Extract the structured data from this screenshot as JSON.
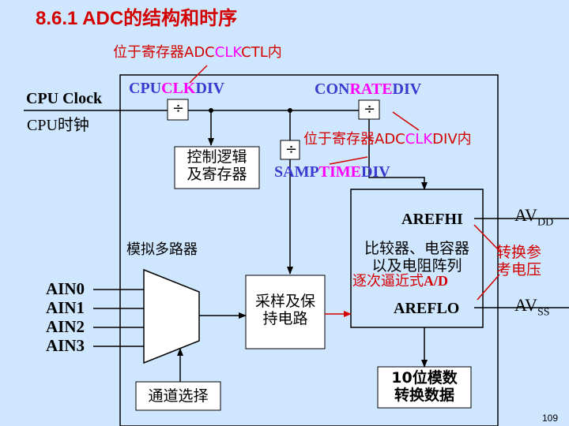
{
  "slide": {
    "title": "8.6.1 ADC的结构和时序",
    "page_number": "109"
  },
  "annotations": {
    "ctl_register": [
      "位于寄存器ADC",
      "CLK",
      "CTL内"
    ],
    "div_register": [
      "位于寄存器ADC",
      "CLK",
      "DIV内"
    ],
    "conversion_ref": [
      "转换参",
      "考电压"
    ]
  },
  "labels": {
    "cpu_clock": "CPU Clock",
    "cpu_clock_cn": "CPU时钟",
    "cpuclkdiv": [
      "CPU",
      "CLK",
      "DIV"
    ],
    "conratediv": [
      "CON",
      "RATE",
      "DIV"
    ],
    "samptimediv": [
      "SAMP",
      "TIME",
      "DIV"
    ],
    "divide_symbol": "÷",
    "control_logic": [
      "控制逻辑",
      "及寄存器"
    ],
    "mux": "模拟多路器",
    "sample_hold": [
      "采样及保",
      "持电路"
    ],
    "arefhi": "AREFHI",
    "arefhi_pin": [
      "AV",
      "DD"
    ],
    "comparator": [
      "比较器、电容器",
      "以及电阻阵列"
    ],
    "sar": [
      "逐次逼近式",
      "A/D"
    ],
    "areflo": "AREFLO",
    "areflo_pin": [
      "AV",
      "SS"
    ],
    "channel_select": "通道选择",
    "output_data": [
      "10位模数",
      "转换数据"
    ],
    "ain": [
      "AIN0",
      "AIN1",
      "AIN2",
      "AIN3"
    ]
  },
  "colors": {
    "title": "#d40000",
    "annotation": "#d40000",
    "highlight": "#ff00ff",
    "block_label": "#3a3ad0",
    "background": "#cfe6ff",
    "box_fill": "#ffffff"
  }
}
